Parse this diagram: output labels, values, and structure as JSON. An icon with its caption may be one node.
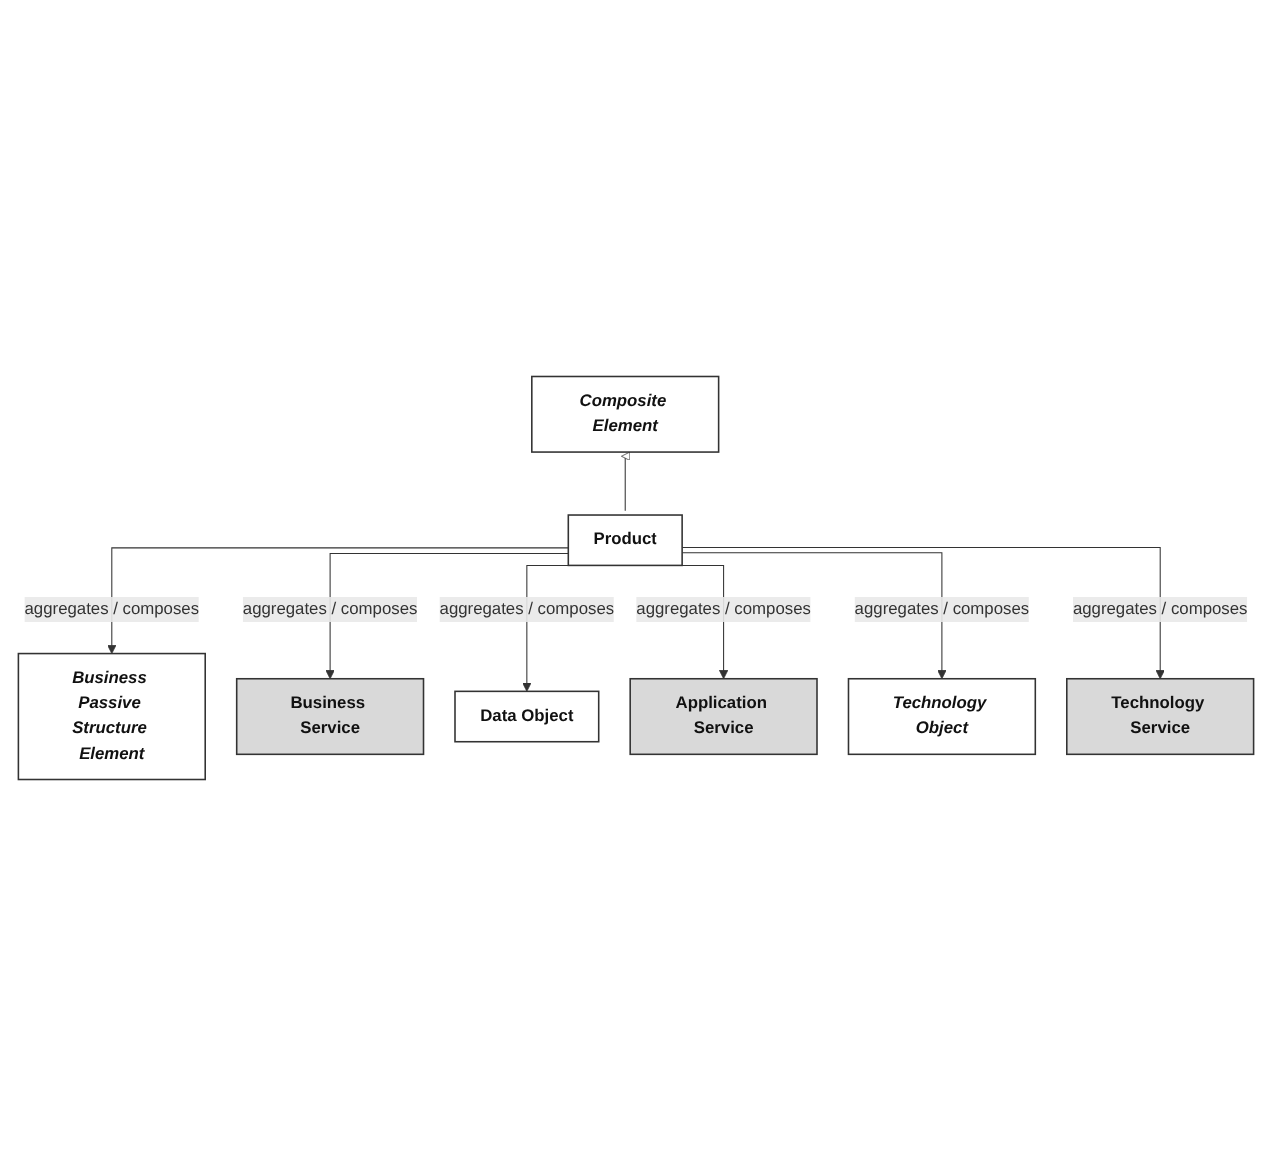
{
  "diagram": {
    "nodes": [
      {
        "text": [
          "Composite Element"
        ]
      },
      {
        "text": [
          "Product"
        ]
      },
      {
        "text": [
          "Business Passive Structure Element"
        ]
      },
      {
        "text": [
          "Business Service"
        ]
      },
      {
        "text": [
          "Data Object"
        ]
      },
      {
        "text": [
          "Application Service"
        ]
      },
      {
        "text": [
          "Technology Object"
        ]
      },
      {
        "text": [
          "Technology Service"
        ]
      }
    ],
    "edges": [
      {
        "from": 1,
        "to": 0,
        "arrow": "to"
      },
      {
        "from": 1,
        "to": 2,
        "arrow": "to",
        "label": "aggregates / composes"
      },
      {
        "from": 1,
        "to": 3,
        "arrow": "to",
        "label": "aggregates / composes"
      },
      {
        "from": 1,
        "to": 4,
        "arrow": "to",
        "label": "aggregates / composes"
      },
      {
        "from": 1,
        "to": 5,
        "arrow": "to",
        "label": "aggregates / composes"
      },
      {
        "from": 1,
        "to": 6,
        "arrow": "to",
        "label": "aggregates / composes"
      },
      {
        "from": 1,
        "to": 7,
        "arrow": "to",
        "label": "aggregates / composes"
      }
    ]
  }
}
